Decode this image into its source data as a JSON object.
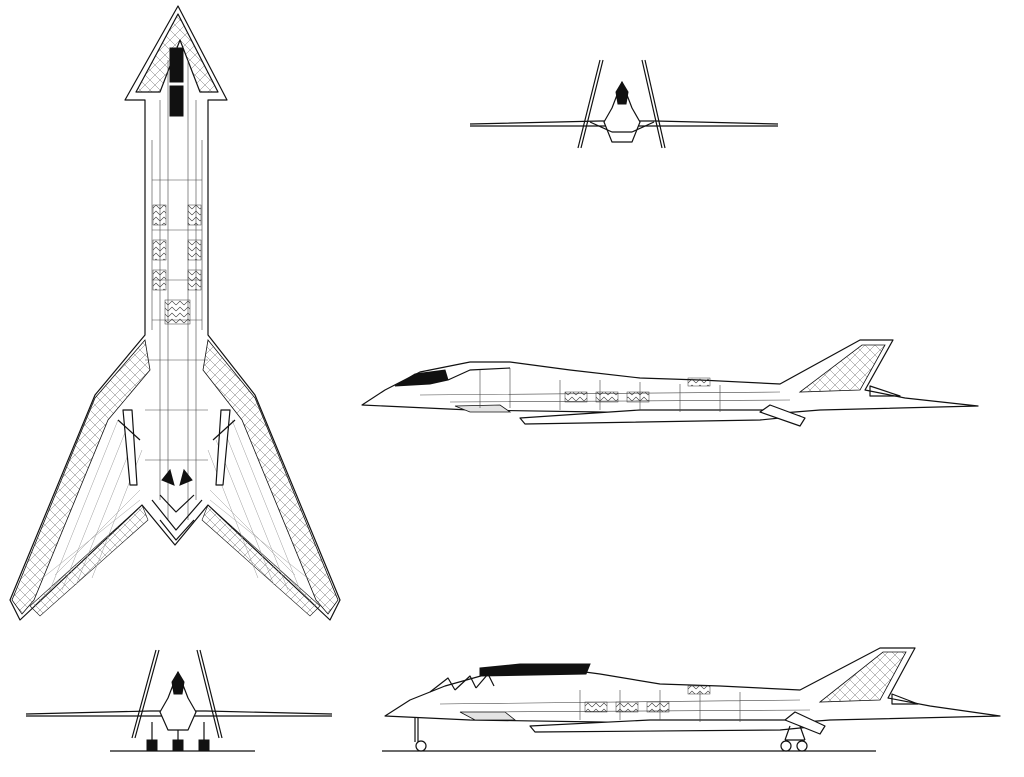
{
  "drawing": {
    "kind": "three-view line drawing",
    "line_color": "#111111",
    "background": "#ffffff",
    "views": [
      "top-view",
      "front-view-clean",
      "side-view-clean",
      "front-view-gear-down",
      "side-view-gear-down"
    ]
  }
}
